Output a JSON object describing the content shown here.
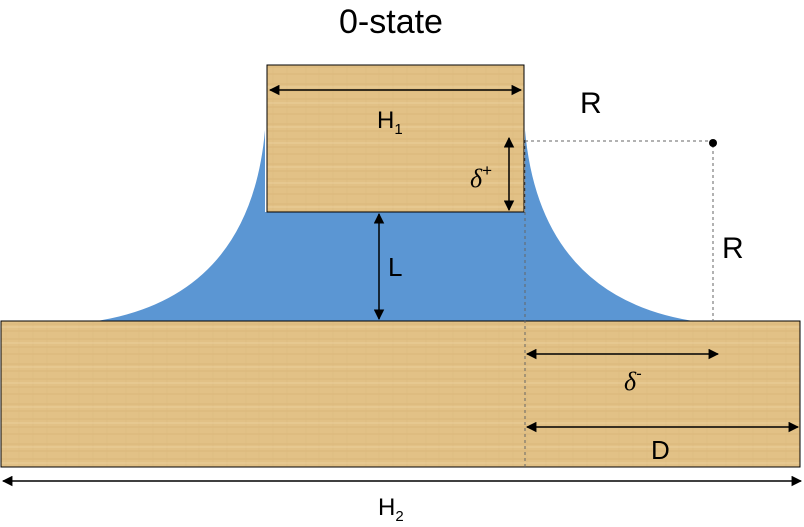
{
  "title": "0-state",
  "labels": {
    "h1_base": "H",
    "h1_sub": "1",
    "h2_base": "H",
    "h2_sub": "2",
    "radius_top": "R",
    "radius_side": "R",
    "length": "L",
    "delta_plus_sym": "δ",
    "delta_plus_sup": "+",
    "delta_minus_sym": "δ",
    "delta_minus_sup": "-",
    "distance": "D"
  },
  "colors": {
    "wood_base": "#e2c186",
    "wood_dark": "#c9a15e",
    "wood_light": "#efd6a6",
    "meniscus": "#5b96d3",
    "line": "#000000",
    "dashed": "#666666"
  }
}
